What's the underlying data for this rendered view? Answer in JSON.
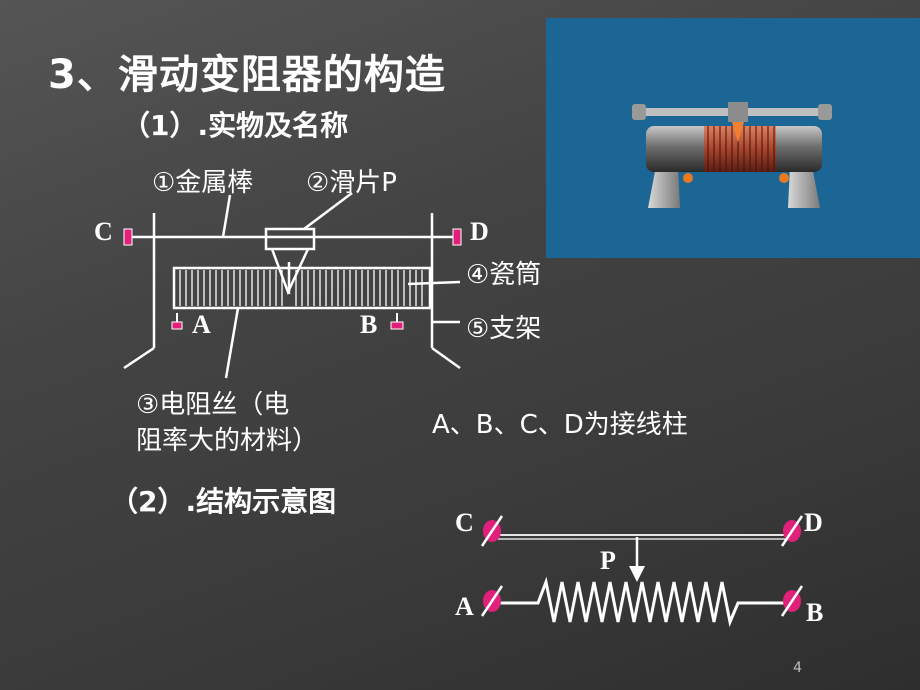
{
  "slide": {
    "title": "3、滑动变阻器的构造",
    "section1": "（1）.实物及名称",
    "section2": "（2）.结构示意图",
    "page_number": "4"
  },
  "parts": {
    "rod": "①金属棒",
    "slider": "②滑片P",
    "wire_line1": "③电阻丝（电",
    "wire_line2": "阻率大的材料）",
    "tube": "④瓷筒",
    "bracket": "⑤支架"
  },
  "terminals": {
    "A": "A",
    "B": "B",
    "C": "C",
    "D": "D"
  },
  "schematic": {
    "P": "P",
    "A": "A",
    "B": "B",
    "C": "C",
    "D": "D"
  },
  "note": "A、B、C、D为接线柱",
  "colors": {
    "background": "#444444",
    "photo_bg": "#1c6696",
    "terminal": "#e0207a",
    "coil": "#b8553a"
  }
}
